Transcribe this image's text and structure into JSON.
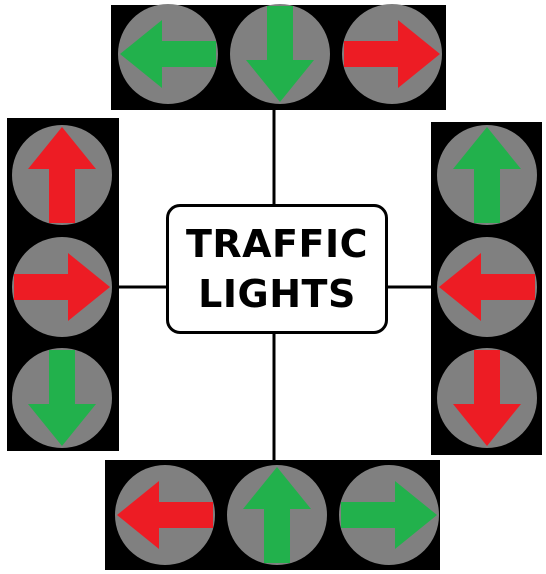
{
  "title": {
    "line1": "TRAFFIC",
    "line2": "LIGHTS"
  },
  "colors": {
    "housing": "#000000",
    "lamp": "#808080",
    "go": "#22b14c",
    "stop": "#ed1c24",
    "connector": "#000000"
  },
  "signals": [
    {
      "name": "top",
      "orientation": "horizontal",
      "arrows": [
        {
          "direction": "left",
          "color": "go"
        },
        {
          "direction": "down",
          "color": "go"
        },
        {
          "direction": "right",
          "color": "stop"
        }
      ]
    },
    {
      "name": "left",
      "orientation": "vertical",
      "arrows": [
        {
          "direction": "up",
          "color": "stop"
        },
        {
          "direction": "right",
          "color": "stop"
        },
        {
          "direction": "down",
          "color": "go"
        }
      ]
    },
    {
      "name": "right",
      "orientation": "vertical",
      "arrows": [
        {
          "direction": "up",
          "color": "go"
        },
        {
          "direction": "left",
          "color": "stop"
        },
        {
          "direction": "down",
          "color": "stop"
        }
      ]
    },
    {
      "name": "bottom",
      "orientation": "horizontal",
      "arrows": [
        {
          "direction": "left",
          "color": "stop"
        },
        {
          "direction": "up",
          "color": "go"
        },
        {
          "direction": "right",
          "color": "go"
        }
      ]
    }
  ]
}
